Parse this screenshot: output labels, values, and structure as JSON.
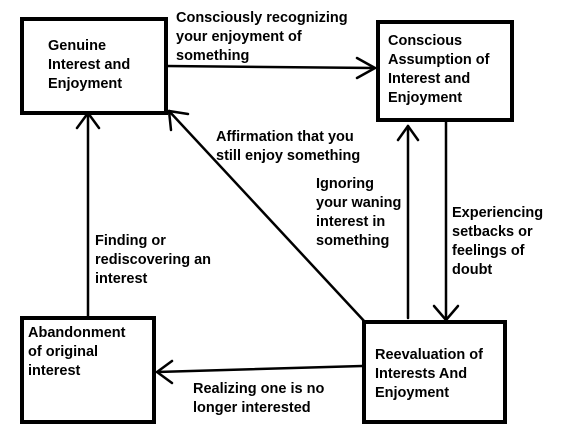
{
  "nodes": {
    "genuine": {
      "label": "Genuine\nInterest and\nEnjoyment"
    },
    "conscious": {
      "label": "Conscious\nAssumption of\nInterest and\nEnjoyment"
    },
    "abandonment": {
      "label": "Abandonment\nof original\ninterest"
    },
    "reevaluation": {
      "label": "Reevaluation of\nInterests And\nEnjoyment"
    }
  },
  "edges": {
    "recognizing": {
      "label": "Consciously recognizing\nyour enjoyment of\nsomething"
    },
    "affirmation": {
      "label": "Affirmation that you\nstill enjoy something"
    },
    "ignoring": {
      "label": "Ignoring\nyour waning\ninterest in\nsomething"
    },
    "setbacks": {
      "label": "Experiencing\nsetbacks or\nfeelings of\ndoubt"
    },
    "finding": {
      "label": "Finding or\nrediscovering an\ninterest"
    },
    "realizing": {
      "label": "Realizing one is no\nlonger interested"
    }
  }
}
